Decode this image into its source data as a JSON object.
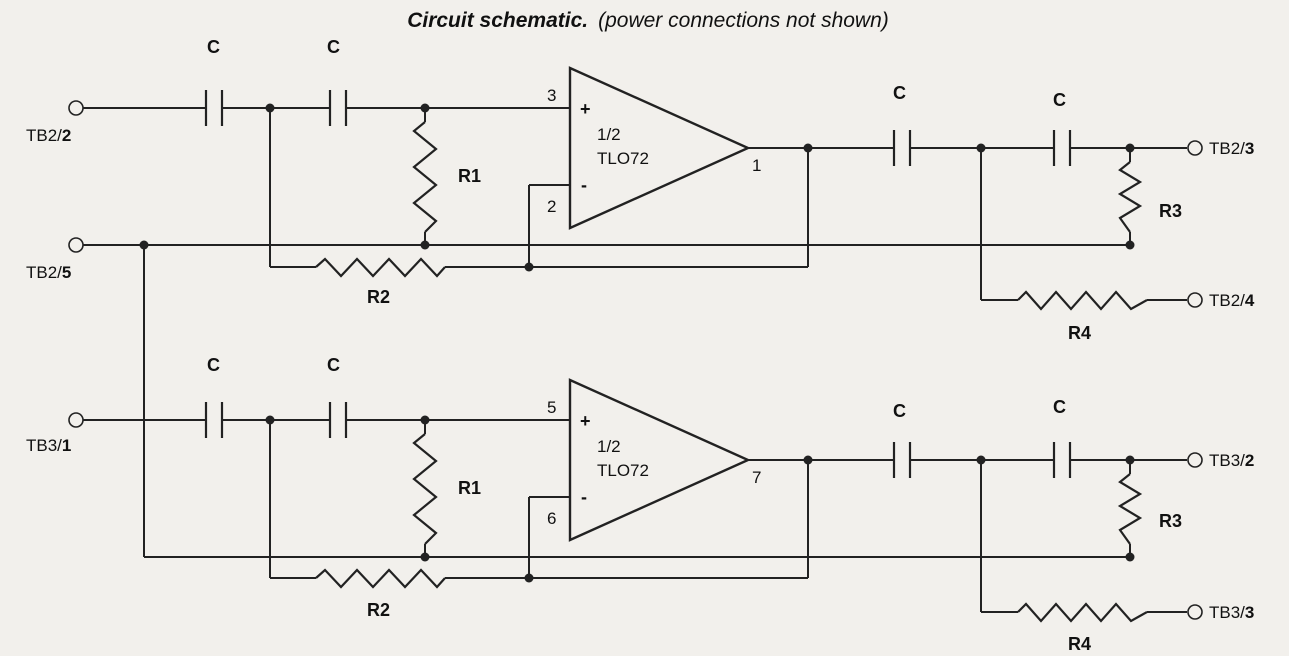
{
  "title": {
    "bold": "Circuit schematic.",
    "note": "(power connections not shown)"
  },
  "labels": {
    "capacitor": "C",
    "r1": "R1",
    "r2": "R2",
    "r3": "R3",
    "r4": "R4",
    "opamp_line1": "1/2",
    "opamp_line2": "TLO72",
    "plus": "+",
    "minus": "-"
  },
  "channels": [
    {
      "input": {
        "prefix": "TB2/",
        "suffix": "2"
      },
      "ground": {
        "prefix": "TB2/",
        "suffix": "5"
      },
      "pins": {
        "noninv": "3",
        "inv": "2",
        "out": "1"
      },
      "out_a": {
        "prefix": "TB2/",
        "suffix": "3"
      },
      "out_b": {
        "prefix": "TB2/",
        "suffix": "4"
      }
    },
    {
      "input": {
        "prefix": "TB3/",
        "suffix": "1"
      },
      "pins": {
        "noninv": "5",
        "inv": "6",
        "out": "7"
      },
      "out_a": {
        "prefix": "TB3/",
        "suffix": "2"
      },
      "out_b": {
        "prefix": "TB3/",
        "suffix": "3"
      }
    }
  ]
}
